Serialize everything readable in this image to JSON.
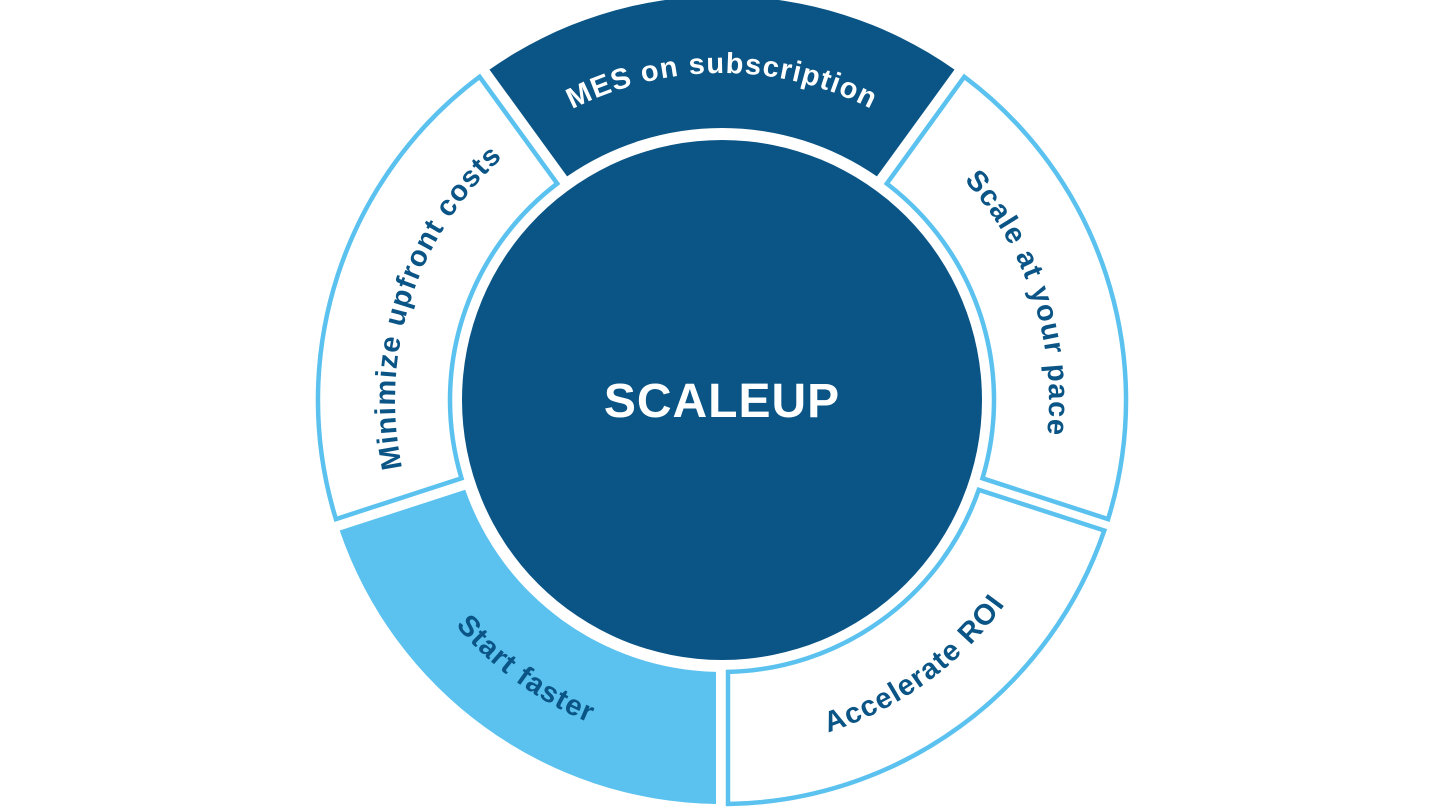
{
  "page": {
    "background": "#FFFFFF"
  },
  "diagram": {
    "center_label": "SCALEUP",
    "segments": [
      {
        "label": "MES on subscription",
        "position": "top",
        "style": "solid-dark"
      },
      {
        "label": "Scale at your pace",
        "position": "right",
        "style": "outlined-white"
      },
      {
        "label": "Accelerate ROI",
        "position": "bottom-right",
        "style": "outlined-white"
      },
      {
        "label": "Start faster",
        "position": "bottom-left",
        "style": "solid-light"
      },
      {
        "label": "Minimize upfront costs",
        "position": "left",
        "style": "outlined-white"
      }
    ],
    "colors": {
      "dark_blue": "#0A5586",
      "light_blue": "#5BC2EF",
      "segment_white": "#FFFFFF",
      "center_text_color": "#FFFFFF"
    }
  }
}
